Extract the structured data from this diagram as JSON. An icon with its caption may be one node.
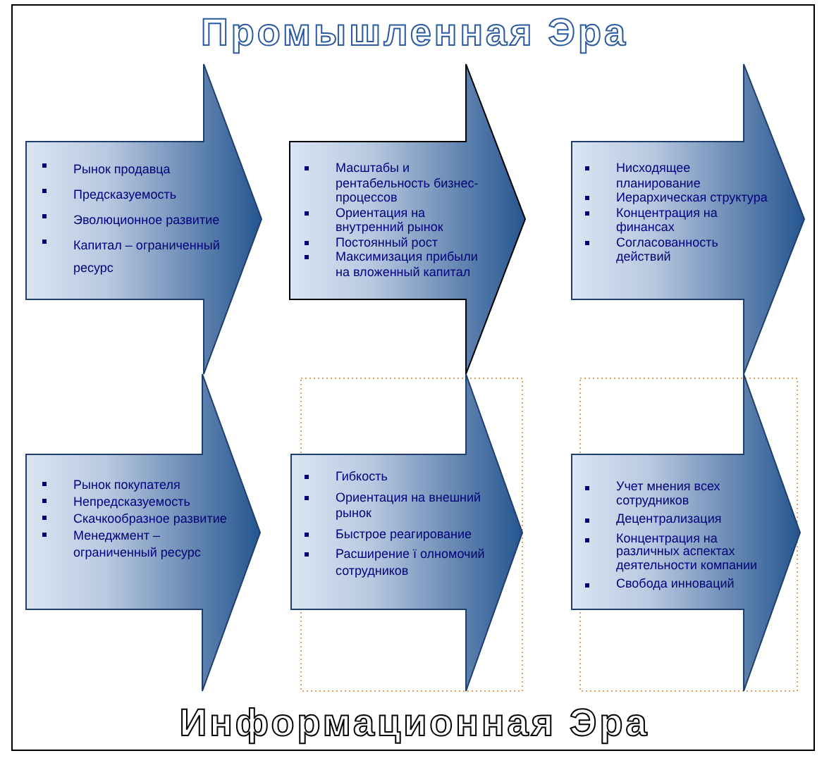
{
  "diagram": {
    "title": "Промышленная Эра",
    "caption": "Информационная Эра",
    "nodes": [
      {
        "text": [
          "Рынок продавца",
          "Предсказуемость",
          "Эволюционное развитие",
          "Капитал – ограниченный ресурс"
        ]
      },
      {
        "text": [
          "Масштабы и рентабельность бизнес-процессов",
          "Ориентация на внутренний рынок",
          "Постоянный рост",
          "Максимизация прибыли на вложенный капитал"
        ]
      },
      {
        "text": [
          "Нисходящее планирование",
          "Иерархическая структура",
          "Концентрация на финансах",
          "Согласованность действий"
        ]
      },
      {
        "text": [
          "Рынок покупателя",
          "Непредсказуемость",
          "Скачкообразное развитие",
          "Менеджмент – ограниченный ресурс"
        ]
      },
      {
        "text": [
          "Гибкость",
          "Ориентация на внешний рынок",
          "Быстрое реагирование",
          "Расширение ї олномочий сотрудников"
        ]
      },
      {
        "text": [
          "Учет мнения всех сотрудников",
          "Децентрализация",
          "Концентрация на различных аспектах деятельности компании",
          "Свобода инноваций"
        ]
      }
    ]
  }
}
